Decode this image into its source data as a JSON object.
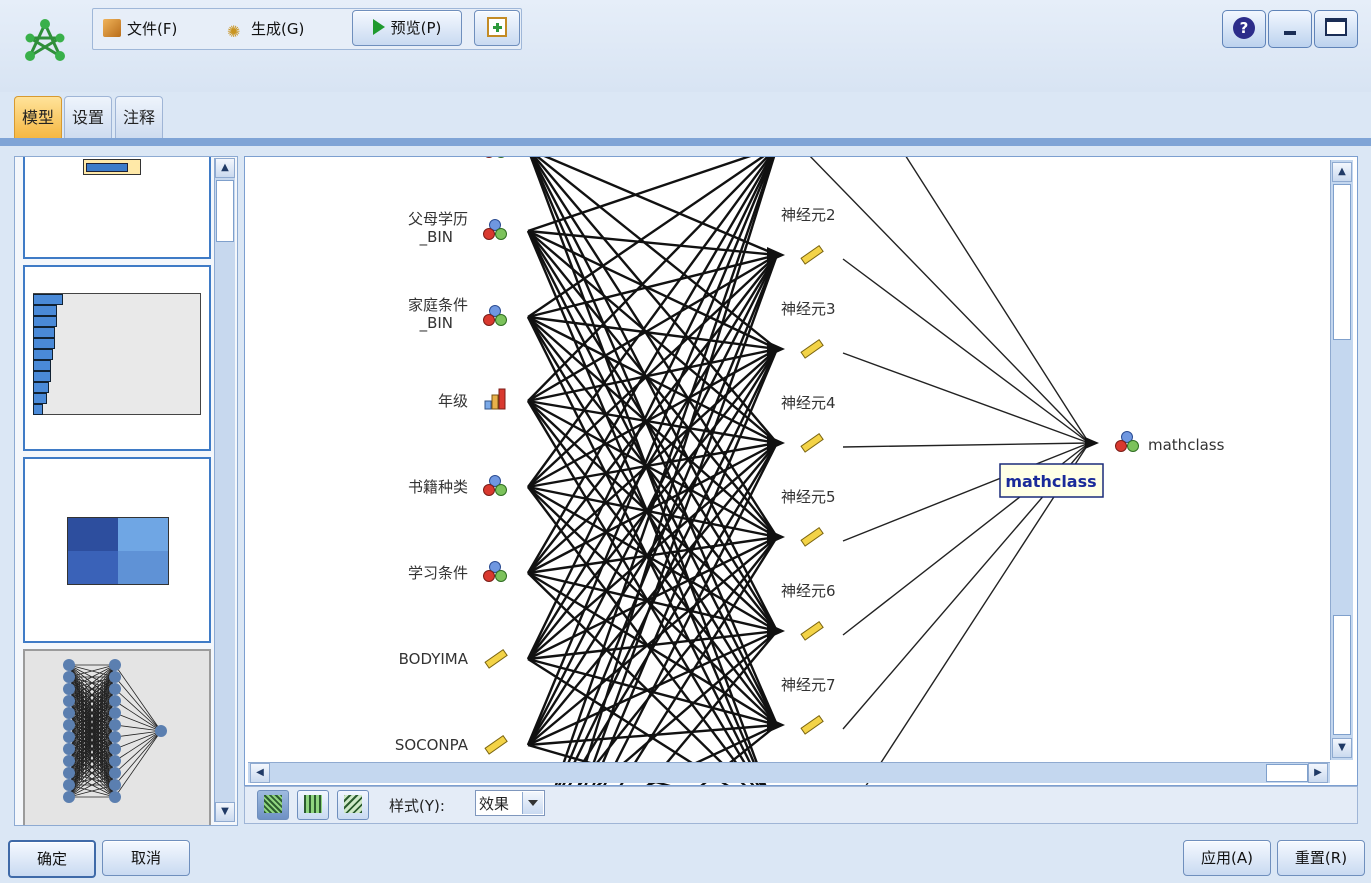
{
  "menu": {
    "file": "文件(F)",
    "generate": "生成(G)",
    "preview": "预览(P)"
  },
  "tabs": [
    "模型",
    "设置",
    "注释"
  ],
  "network": {
    "inputs": [
      {
        "label": "...",
        "icon": "set"
      },
      {
        "label": "父母学历\n_BIN",
        "icon": "set"
      },
      {
        "label": "家庭条件\n_BIN",
        "icon": "set"
      },
      {
        "label": "年级",
        "icon": "ordinal"
      },
      {
        "label": "书籍种类",
        "icon": "set"
      },
      {
        "label": "学习条件",
        "icon": "set"
      },
      {
        "label": "BODYIMA",
        "icon": "range"
      },
      {
        "label": "SOCONPA",
        "icon": "range"
      }
    ],
    "hidden": [
      "",
      "神经元2",
      "神经元3",
      "神经元4",
      "神经元5",
      "神经元6",
      "神经元7"
    ],
    "output": {
      "label": "mathclass",
      "tooltip": "mathclass"
    }
  },
  "toolbar": {
    "style_label": "样式(Y):",
    "style_value": "效果"
  },
  "buttons": {
    "ok": "确定",
    "cancel": "取消",
    "apply": "应用(A)",
    "reset": "重置(R)"
  },
  "colors": {
    "tab_active": "#f5b640",
    "accent": "#3f7bc6"
  }
}
